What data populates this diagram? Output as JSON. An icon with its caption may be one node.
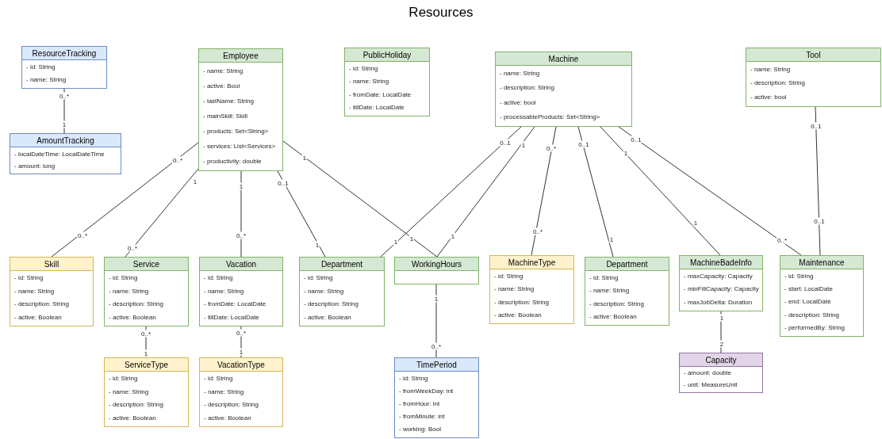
{
  "diagram": {
    "title": "Resources",
    "nodes": [
      {
        "text": [
          "ResourceTracking",
          "- id: String",
          "- name: String"
        ]
      },
      {
        "text": [
          "Employee",
          "- name: String",
          "- active: Bool",
          "- lastName: String",
          "- mainSkill: Skill",
          "- products: Set<String>",
          "- services: List<Services>",
          "- productivity: double"
        ]
      },
      {
        "text": [
          "PublicHoliday",
          "- id: String",
          "- name: String",
          "- fromDate: LocalDate",
          "- tillDate: LocalDate"
        ]
      },
      {
        "text": [
          "Machine",
          "- name: String",
          "- description: String",
          "- active: bool",
          "- processableProducts: Set<String>"
        ]
      },
      {
        "text": [
          "Tool",
          "- name: String",
          "- description: String",
          "- active: bool"
        ]
      },
      {
        "text": [
          "AmountTracking",
          "- localDateTime: LocalDateTime",
          "- amount: long"
        ]
      },
      {
        "text": [
          "Skill",
          "- id: String",
          "- name: String",
          "- description: String",
          "- active: Boolean"
        ]
      },
      {
        "text": [
          "Service",
          "- id: String",
          "- name: String",
          "- description: String",
          "- active: Boolean"
        ]
      },
      {
        "text": [
          "Vacation",
          "- id: String",
          "- name: String",
          "- fromDate: LocalDate",
          "- tillDate: LocalDate"
        ]
      },
      {
        "text": [
          "Department",
          "- id: String",
          "- name: String",
          "- description: String",
          "- active: Boolean"
        ]
      },
      {
        "text": [
          "WorkingHours"
        ]
      },
      {
        "text": [
          "MachineType",
          "- id: String",
          "- name: String",
          "- description: String",
          "- active: Boolean"
        ]
      },
      {
        "text": [
          "Department",
          "- id: String",
          "- name: String",
          "- description: String",
          "- active: Boolean"
        ]
      },
      {
        "text": [
          "MachineBadeInfo",
          "- maxCapacity: Capacity",
          "- minFillCapacity: Capacity",
          "- maxJobDelta: Duration"
        ]
      },
      {
        "text": [
          "Maintenance",
          "- id: String",
          "- start: LocalDate",
          "- end: LocalDate",
          "- description: String",
          "- performedBy: String"
        ]
      },
      {
        "text": [
          "ServiceType",
          "- id: String",
          "- name: String",
          "- description: String",
          "- active: Boolean"
        ]
      },
      {
        "text": [
          "VacationType",
          "- id: String",
          "- name: String",
          "- description: String",
          "- active: Boolean"
        ]
      },
      {
        "text": [
          "TimePeriod",
          "- id: String",
          "- fromWeekDay: int",
          "- fromHour: int",
          "- fromMinute: int",
          "- working: Bool"
        ]
      },
      {
        "text": [
          "Capacity",
          "- amount: double",
          "- unit: MeasureUnit"
        ]
      }
    ],
    "edges": [
      {
        "from": 0,
        "to": 5,
        "arrow": "none"
      },
      {
        "from": 1,
        "to": 6,
        "arrow": "none"
      },
      {
        "from": 1,
        "to": 7,
        "arrow": "none"
      },
      {
        "from": 1,
        "to": 8,
        "arrow": "none"
      },
      {
        "from": 1,
        "to": 9,
        "arrow": "none"
      },
      {
        "from": 1,
        "to": 10,
        "arrow": "none"
      },
      {
        "from": 3,
        "to": 9,
        "arrow": "none"
      },
      {
        "from": 3,
        "to": 10,
        "arrow": "none"
      },
      {
        "from": 3,
        "to": 11,
        "arrow": "none"
      },
      {
        "from": 3,
        "to": 12,
        "arrow": "none"
      },
      {
        "from": 3,
        "to": 13,
        "arrow": "none"
      },
      {
        "from": 3,
        "to": 14,
        "arrow": "none"
      },
      {
        "from": 4,
        "to": 14,
        "arrow": "none"
      },
      {
        "from": 7,
        "to": 15,
        "arrow": "none"
      },
      {
        "from": 8,
        "to": 16,
        "arrow": "none"
      },
      {
        "from": 10,
        "to": 17,
        "arrow": "none"
      },
      {
        "from": 13,
        "to": 18,
        "arrow": "none"
      }
    ],
    "labels": [
      "0..*",
      "1",
      "0..*",
      "0..*",
      "1",
      "0..*",
      "1",
      "0..*",
      "0..1",
      "1",
      "1",
      "1",
      "0..1",
      "1",
      "1",
      "1",
      "0..*",
      "0..*",
      "0..1",
      "1",
      "1",
      "1",
      "0..1",
      "0..*",
      "0..1",
      "0..1",
      "0..*",
      "1",
      "0..*",
      "1",
      "1",
      "0..*",
      "1",
      "2"
    ]
  }
}
